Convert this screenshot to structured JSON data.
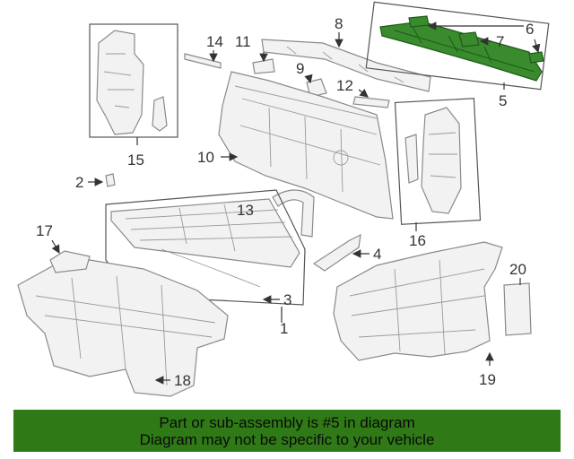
{
  "callouts": {
    "c1": "1",
    "c2": "2",
    "c3": "3",
    "c4": "4",
    "c5": "5",
    "c6": "6",
    "c7": "7",
    "c8": "8",
    "c9": "9",
    "c10": "10",
    "c11": "11",
    "c12": "12",
    "c13": "13",
    "c14": "14",
    "c15": "15",
    "c16": "16",
    "c17": "17",
    "c18": "18",
    "c19": "19",
    "c20": "20"
  },
  "banner": {
    "line1": "Part or sub-assembly is #5 in diagram",
    "line2": "Diagram may not be specific to your vehicle"
  },
  "colors": {
    "highlight_part": "#3a8a2e",
    "banner_background": "#2f7a16",
    "part_outline": "#8a8a8a"
  }
}
